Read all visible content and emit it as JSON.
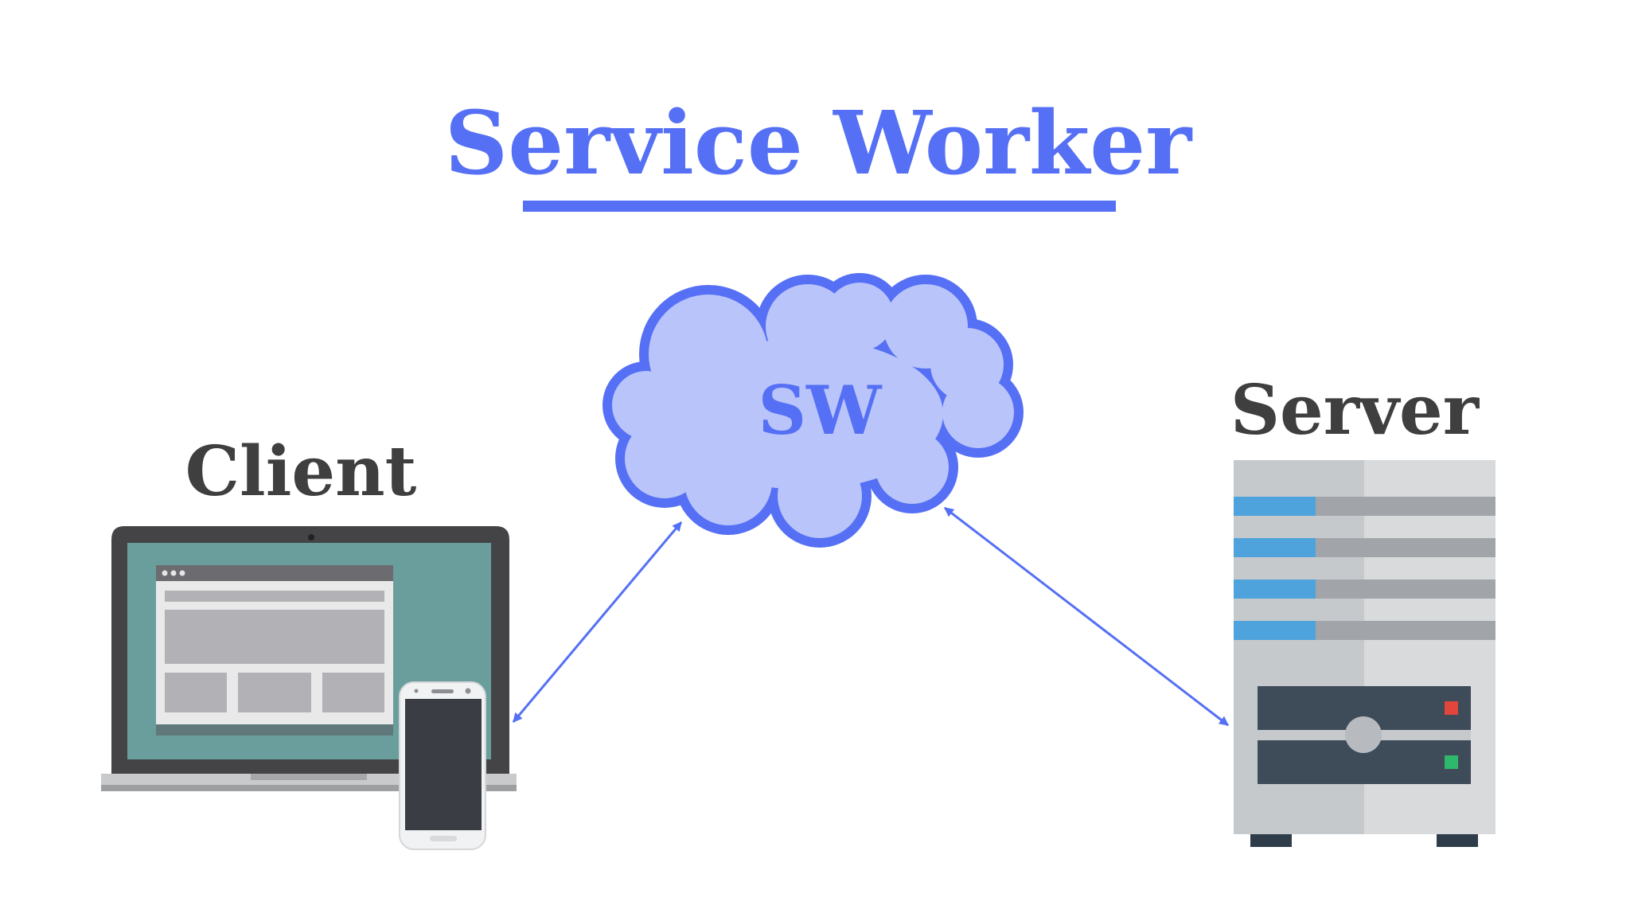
{
  "title": "Service Worker",
  "cloud_label": "SW",
  "client_label": "Client",
  "server_label": "Server",
  "colors": {
    "accent": "#5570f5",
    "cloud_fill": "#b9c4fa",
    "label_text": "#3f3f3f",
    "laptop_frame": "#444446",
    "laptop_screen": "#6a9e9c",
    "browser_panel": "#b2b2b6",
    "phone_body": "#f1f2f4",
    "phone_screen": "#3a3d44",
    "server_body": "#c6c9cc",
    "server_stripe": "#4fa3dc",
    "server_panel": "#3e4b59",
    "led_red": "#e2453c",
    "led_green": "#2fb86b"
  },
  "icons": {
    "client": "laptop-with-browser-and-phone-icon",
    "cloud": "cloud-icon",
    "server": "server-tower-icon"
  },
  "connections": [
    {
      "from": "client",
      "to": "cloud",
      "style": "double-arrow"
    },
    {
      "from": "cloud",
      "to": "server",
      "style": "double-arrow"
    }
  ]
}
